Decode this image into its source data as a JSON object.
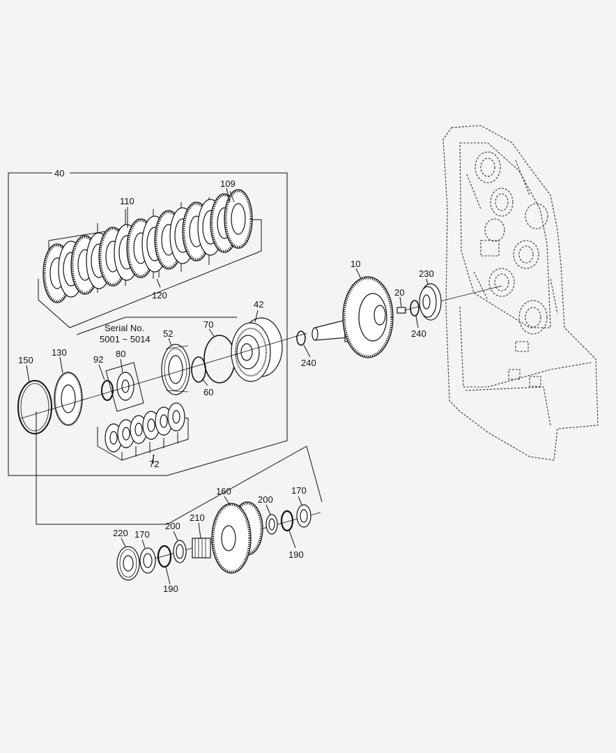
{
  "labels": {
    "l10": "10",
    "l20": "20",
    "l40": "40",
    "l42": "42",
    "l52": "52",
    "l60": "60",
    "l70": "70",
    "l72": "72",
    "l80": "80",
    "l92": "92",
    "l109": "109",
    "l110": "110",
    "l120": "120",
    "l130": "130",
    "l150": "150",
    "l160": "160",
    "l170a": "170",
    "l170b": "170",
    "l190a": "190",
    "l190b": "190",
    "l200a": "200",
    "l200b": "200",
    "l210": "210",
    "l220": "220",
    "l230": "230",
    "l240a": "240",
    "l240b": "240"
  },
  "serial_note": {
    "line1": "Serial No.",
    "line2": "5001 ~ 5014"
  }
}
